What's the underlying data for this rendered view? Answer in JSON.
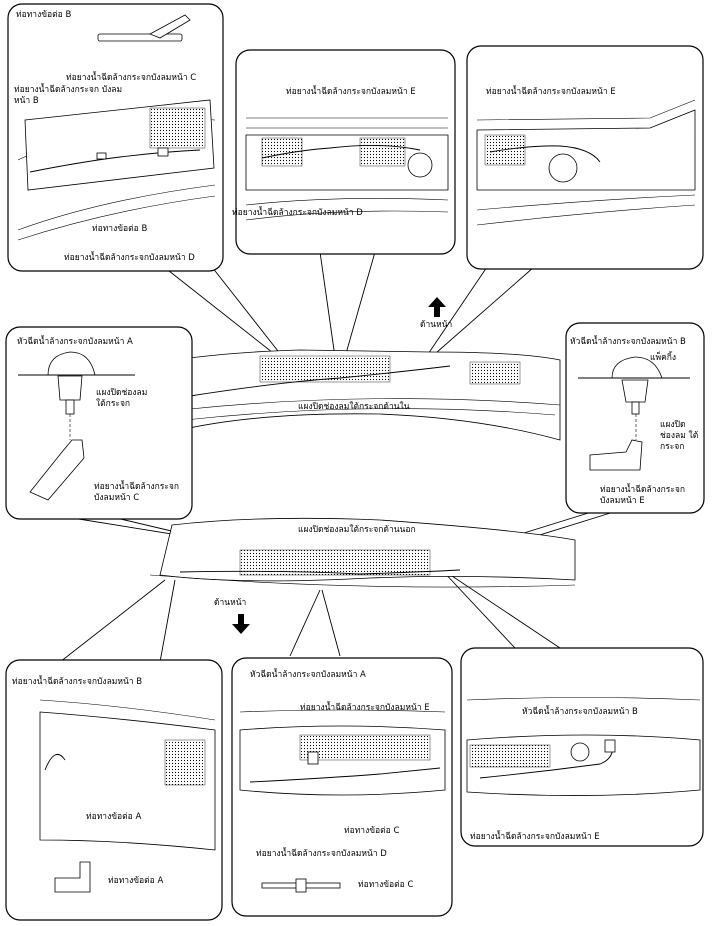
{
  "labels": {
    "p1_joint_b_top": "ท่อทางข้อต่อ B",
    "p1_hose_c": "ท่อยางน้ำฉีดล้างกระจกบังลมหน้า C",
    "p1_hose_b": "ท่อยางน้ำฉีดล้างกระจก บังลมหน้า B",
    "p1_joint_b": "ท่อทางข้อต่อ B",
    "p1_hose_d": "ท่อยางน้ำฉีดล้างกระจกบังลมหน้า D",
    "p2_hose_e": "ท่อยางน้ำฉีดล้างกระจกบังลมหน้า E",
    "p2_hose_d": "ท่อยางน้ำฉีดล้างกระจกบังลมหน้า D",
    "p3_hose_e": "ท่อยางน้ำฉีดล้างกระจกบังลมหน้า E",
    "front_top": "ด้านหน้า",
    "inner_panel": "แผงปิดช่องลมใต้กระจกด้านใน",
    "p4_nozzle_a": "หัวฉีดน้ำล้างกระจกบังลมหน้า A",
    "p4_cowl": "แผงปิดช่องลม ใต้กระจก",
    "p4_hose_c": "ท่อยางน้ำฉีดล้างกระจก บังลมหน้า C",
    "p5_nozzle_b": "หัวฉีดน้ำล้างกระจกบังลมหน้า B",
    "p5_gasket": "แพ็คกิ้ง",
    "p5_cowl": "แผงปิด ช่องลม ใต้กระจก",
    "p5_hose_e": "ท่อยางน้ำฉีดล้างกระจก บังลมหน้า E",
    "outer_panel": "แผงปิดช่องลมใต้กระจกด้านนอก",
    "front_bottom": "ด้านหน้า",
    "p6_hose_b": "ท่อยางน้ำฉีดล้างกระจกบังลมหน้า B",
    "p6_joint_a": "ท่อทางข้อต่อ A",
    "p6_joint_a_part": "ท่อทางข้อต่อ A",
    "p7_nozzle_a": "หัวฉีดน้ำล้างกระจกบังลมหน้า A",
    "p7_hose_e": "ท่อยางน้ำฉีดล้างกระจกบังลมหน้า E",
    "p7_joint_c": "ท่อทางข้อต่อ C",
    "p7_hose_d": "ท่อยางน้ำฉีดล้างกระจกบังลมหน้า D",
    "p7_joint_c_part": "ท่อทางข้อต่อ C",
    "p8_nozzle_b": "หัวฉีดน้ำล้างกระจกบังลมหน้า B",
    "p8_hose_e": "ท่อยางน้ำฉีดล้างกระจกบังลมหน้า E"
  }
}
